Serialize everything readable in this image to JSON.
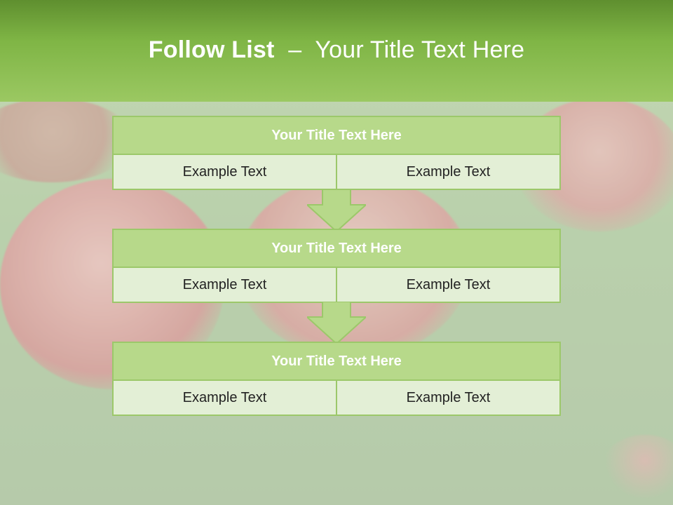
{
  "header": {
    "title_bold": "Follow List",
    "title_dash": "–",
    "title_rest": "Your Title Text Here"
  },
  "blocks": [
    {
      "title": "Your Title Text Here",
      "cells": [
        "Example Text",
        "Example Text"
      ]
    },
    {
      "title": "Your Title Text Here",
      "cells": [
        "Example Text",
        "Example Text"
      ]
    },
    {
      "title": "Your Title Text Here",
      "cells": [
        "Example Text",
        "Example Text"
      ]
    }
  ],
  "colors": {
    "header_green": "#7fb545",
    "title_bar": "#b7d98a",
    "cell_fill": "#e3efd6",
    "border": "#9cc86a"
  }
}
